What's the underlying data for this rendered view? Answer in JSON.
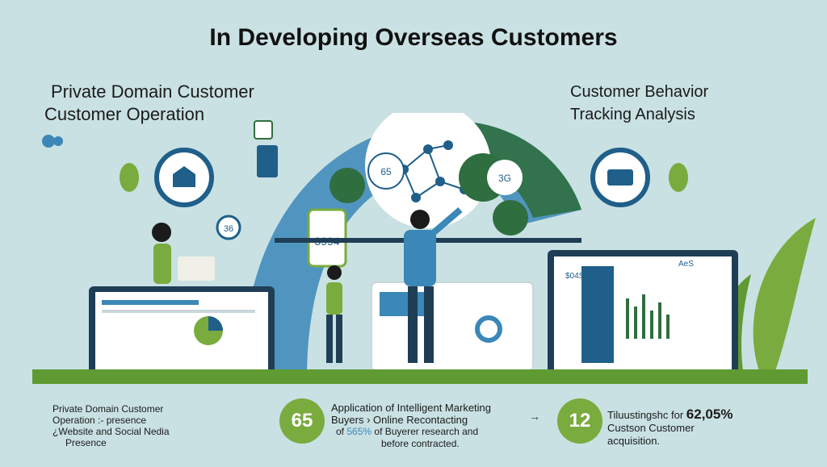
{
  "title": "In Developing Overseas Customers",
  "left_heading": {
    "line1": "Private Domain Customer",
    "line2": "Customer Operation"
  },
  "right_heading": {
    "line1": "Customer Behavior",
    "line2": "Tracking Analysis"
  },
  "scene": {
    "phone_text": "3994",
    "bubble_left": "65",
    "bubble_right": "3G",
    "bubble_small": "36",
    "monitor_label": "$04S",
    "monitor_right_label": "AeS"
  },
  "bottom": {
    "col1": {
      "line1": "Private Domain Customer",
      "line2": "Operation :- presence",
      "line3": "¿Website and Social Nedia",
      "line4": "Presence"
    },
    "badge1": "65",
    "col2": {
      "line1": "Application of Intelligent Marketing",
      "line2": "Buyers › Online Recontacting",
      "line3a": "of",
      "line3b": "565%",
      "line3c": "of Buyerer research and",
      "line4": "before contracted."
    },
    "arrow": "→",
    "badge2": "12",
    "col3": {
      "line1a": "Tiluustingshc for",
      "line1b": "62,05%",
      "line2": "Custson Customer",
      "line3": "acquisition."
    }
  },
  "colors": {
    "background": "#c9e1e3",
    "green": "#7aab3f",
    "blue_dark": "#1f5f8a",
    "blue_mid": "#3b87b8",
    "green_dark": "#2f6e3f"
  }
}
